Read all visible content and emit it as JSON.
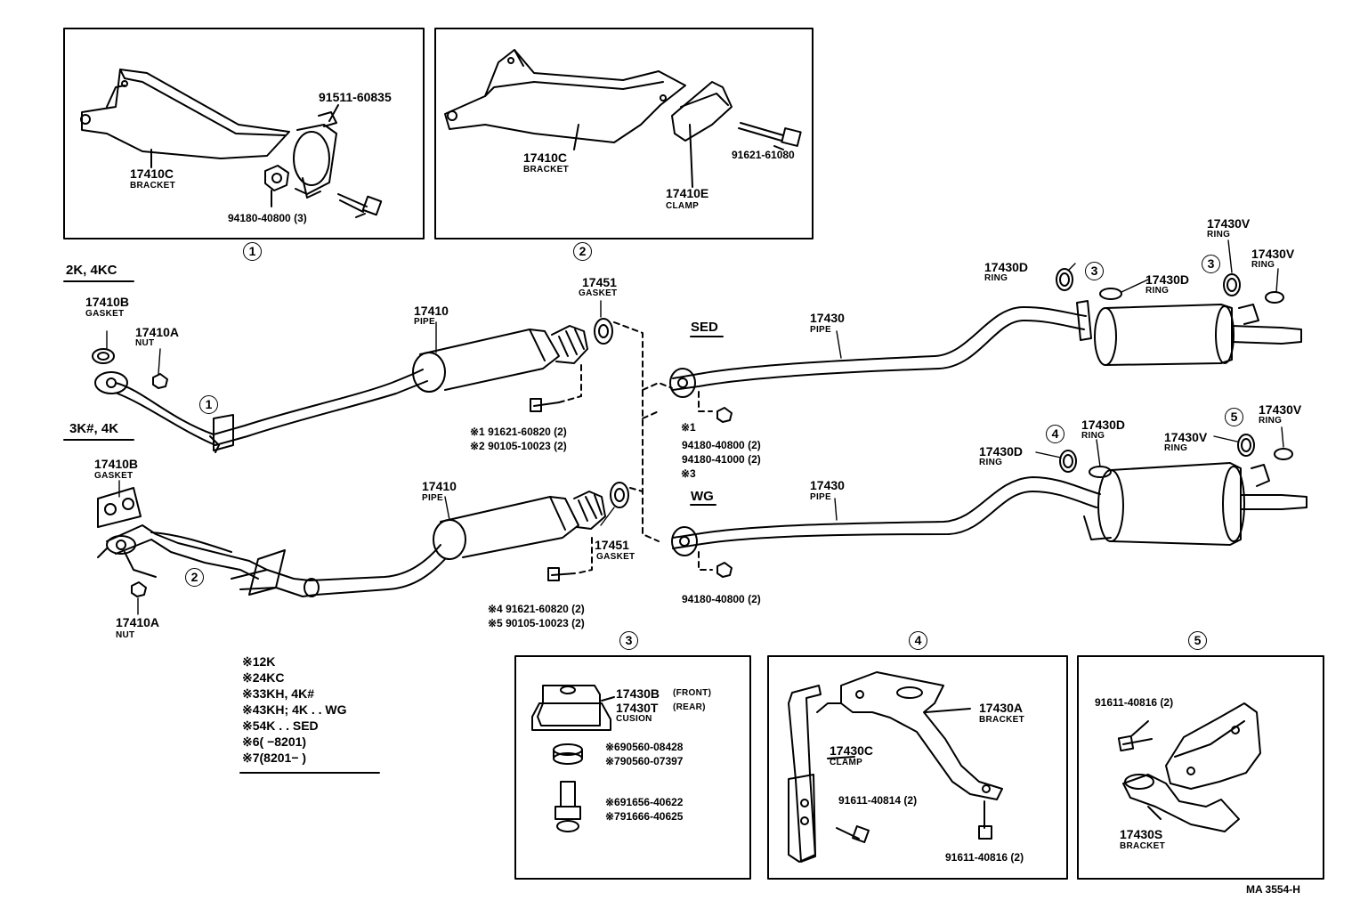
{
  "diagram": {
    "code": "MA  3554-H",
    "insets": [
      {
        "id": "1",
        "labels": {
          "bracket_pn": "17410C",
          "bracket_sub": "BRACKET",
          "bolt_pn": "91511-60835",
          "nut_pn": "94180-40800 (3)"
        }
      },
      {
        "id": "2",
        "labels": {
          "bracket_pn": "17410C",
          "bracket_sub": "BRACKET",
          "clamp_pn": "17410E",
          "clamp_sub": "CLAMP",
          "bolt_pn": "91621-61080"
        }
      },
      {
        "id": "3",
        "labels": {
          "cusion_pn_front": "17430B",
          "cusion_front": "(FRONT)",
          "cusion_pn_rear": "17430T",
          "cusion_rear": "(REAR)",
          "cusion_sub": "CUSION",
          "washer6": "※690560-08428",
          "washer7": "※790560-07397",
          "bolt6": "※691656-40622",
          "bolt7": "※791666-40625"
        }
      },
      {
        "id": "4",
        "labels": {
          "bracket_pn": "17430A",
          "bracket_sub": "BRACKET",
          "clamp_pn": "17430C",
          "clamp_sub": "CLAMP",
          "bolt1": "91611-40814 (2)",
          "bolt2": "91611-40816 (2)"
        }
      },
      {
        "id": "5",
        "labels": {
          "bolt": "91611-40816 (2)",
          "bracket_pn": "17430S",
          "bracket_sub": "BRACKET"
        }
      }
    ],
    "engine_groups": {
      "upper": "2K, 4KC",
      "lower": "3K#, 4K"
    },
    "front_upper": {
      "gasket_pn": "17410B",
      "gasket_sub": "GASKET",
      "nut_pn": "17410A",
      "nut_sub": "NUT",
      "pipe_pn": "17410",
      "pipe_sub": "PIPE",
      "gasket2_pn": "17451",
      "gasket2_sub": "GASKET",
      "bolt1": "※1  91621-60820 (2)",
      "bolt2": "※2  90105-10023 (2)"
    },
    "front_lower": {
      "gasket_pn": "17410B",
      "gasket_sub": "GASKET",
      "nut_pn": "17410A",
      "nut_sub": "NUT",
      "pipe_pn": "17410",
      "pipe_sub": "PIPE",
      "gasket2_pn": "17451",
      "gasket2_sub": "GASKET",
      "bolt4": "※4  91621-60820 (2)",
      "bolt5": "※5  90105-10023 (2)"
    },
    "rear_sed": {
      "tag": "SED",
      "pipe_pn": "17430",
      "pipe_sub": "PIPE",
      "ring_d1": "17430D",
      "ring_d1_sub": "RING",
      "ring_d2": "17430D",
      "ring_d2_sub": "RING",
      "ring_v1": "17430V",
      "ring_v1_sub": "RING",
      "ring_v2": "17430V",
      "ring_v2_sub": "RING",
      "nut_mark": "※1",
      "nut1": "94180-40800 (2)",
      "nut2": "94180-41000 (2)",
      "nut_mark3": "※3"
    },
    "rear_wg": {
      "tag": "WG",
      "pipe_pn": "17430",
      "pipe_sub": "PIPE",
      "ring_d1": "17430D",
      "ring_d1_sub": "RING",
      "ring_d2": "17430D",
      "ring_d2_sub": "RING",
      "ring_v1": "17430V",
      "ring_v1_sub": "RING",
      "ring_v2": "17430V",
      "ring_v2_sub": "RING",
      "nut": "94180-40800 (2)"
    },
    "notes": [
      "※12K",
      "※24KC",
      "※33KH, 4K#",
      "※43KH; 4K . . WG",
      "※54K . . SED",
      "※6(        −8201)",
      "※7(8201−        )"
    ]
  }
}
